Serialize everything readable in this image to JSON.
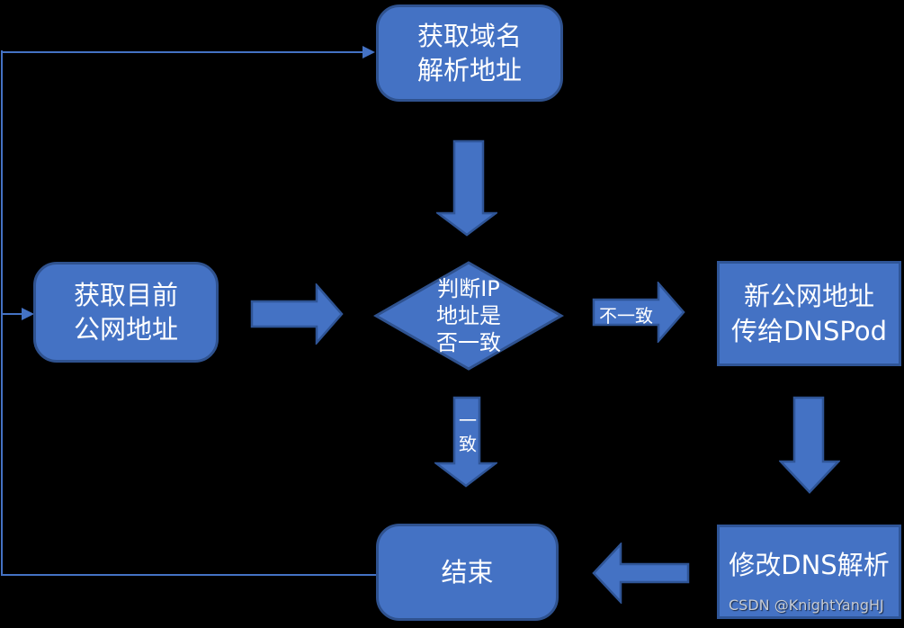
{
  "nodes": {
    "get_domain_resolution": {
      "lines": [
        "获取域名",
        "解析地址"
      ]
    },
    "get_current_public_ip": {
      "lines": [
        "获取目前",
        "公网地址"
      ]
    },
    "check_ip_match": {
      "lines": [
        "判断IP",
        "地址是",
        "否一致"
      ]
    },
    "send_new_ip_to_dnspod": {
      "lines": [
        "新公网地址",
        "传给DNSPod"
      ]
    },
    "modify_dns_resolution": {
      "lines": [
        "修改DNS解析"
      ]
    },
    "end": {
      "lines": [
        "结束"
      ]
    }
  },
  "edge_labels": {
    "not_match": "不一致",
    "match": "一致"
  },
  "watermark": "CSDN @KnightYangHJ",
  "colors": {
    "background": "#000000",
    "node_fill": "#4472C4",
    "node_border": "#2F528F",
    "connector": "#4472C4",
    "text": "#FFFFFF",
    "watermark": "#C6CBD2"
  }
}
